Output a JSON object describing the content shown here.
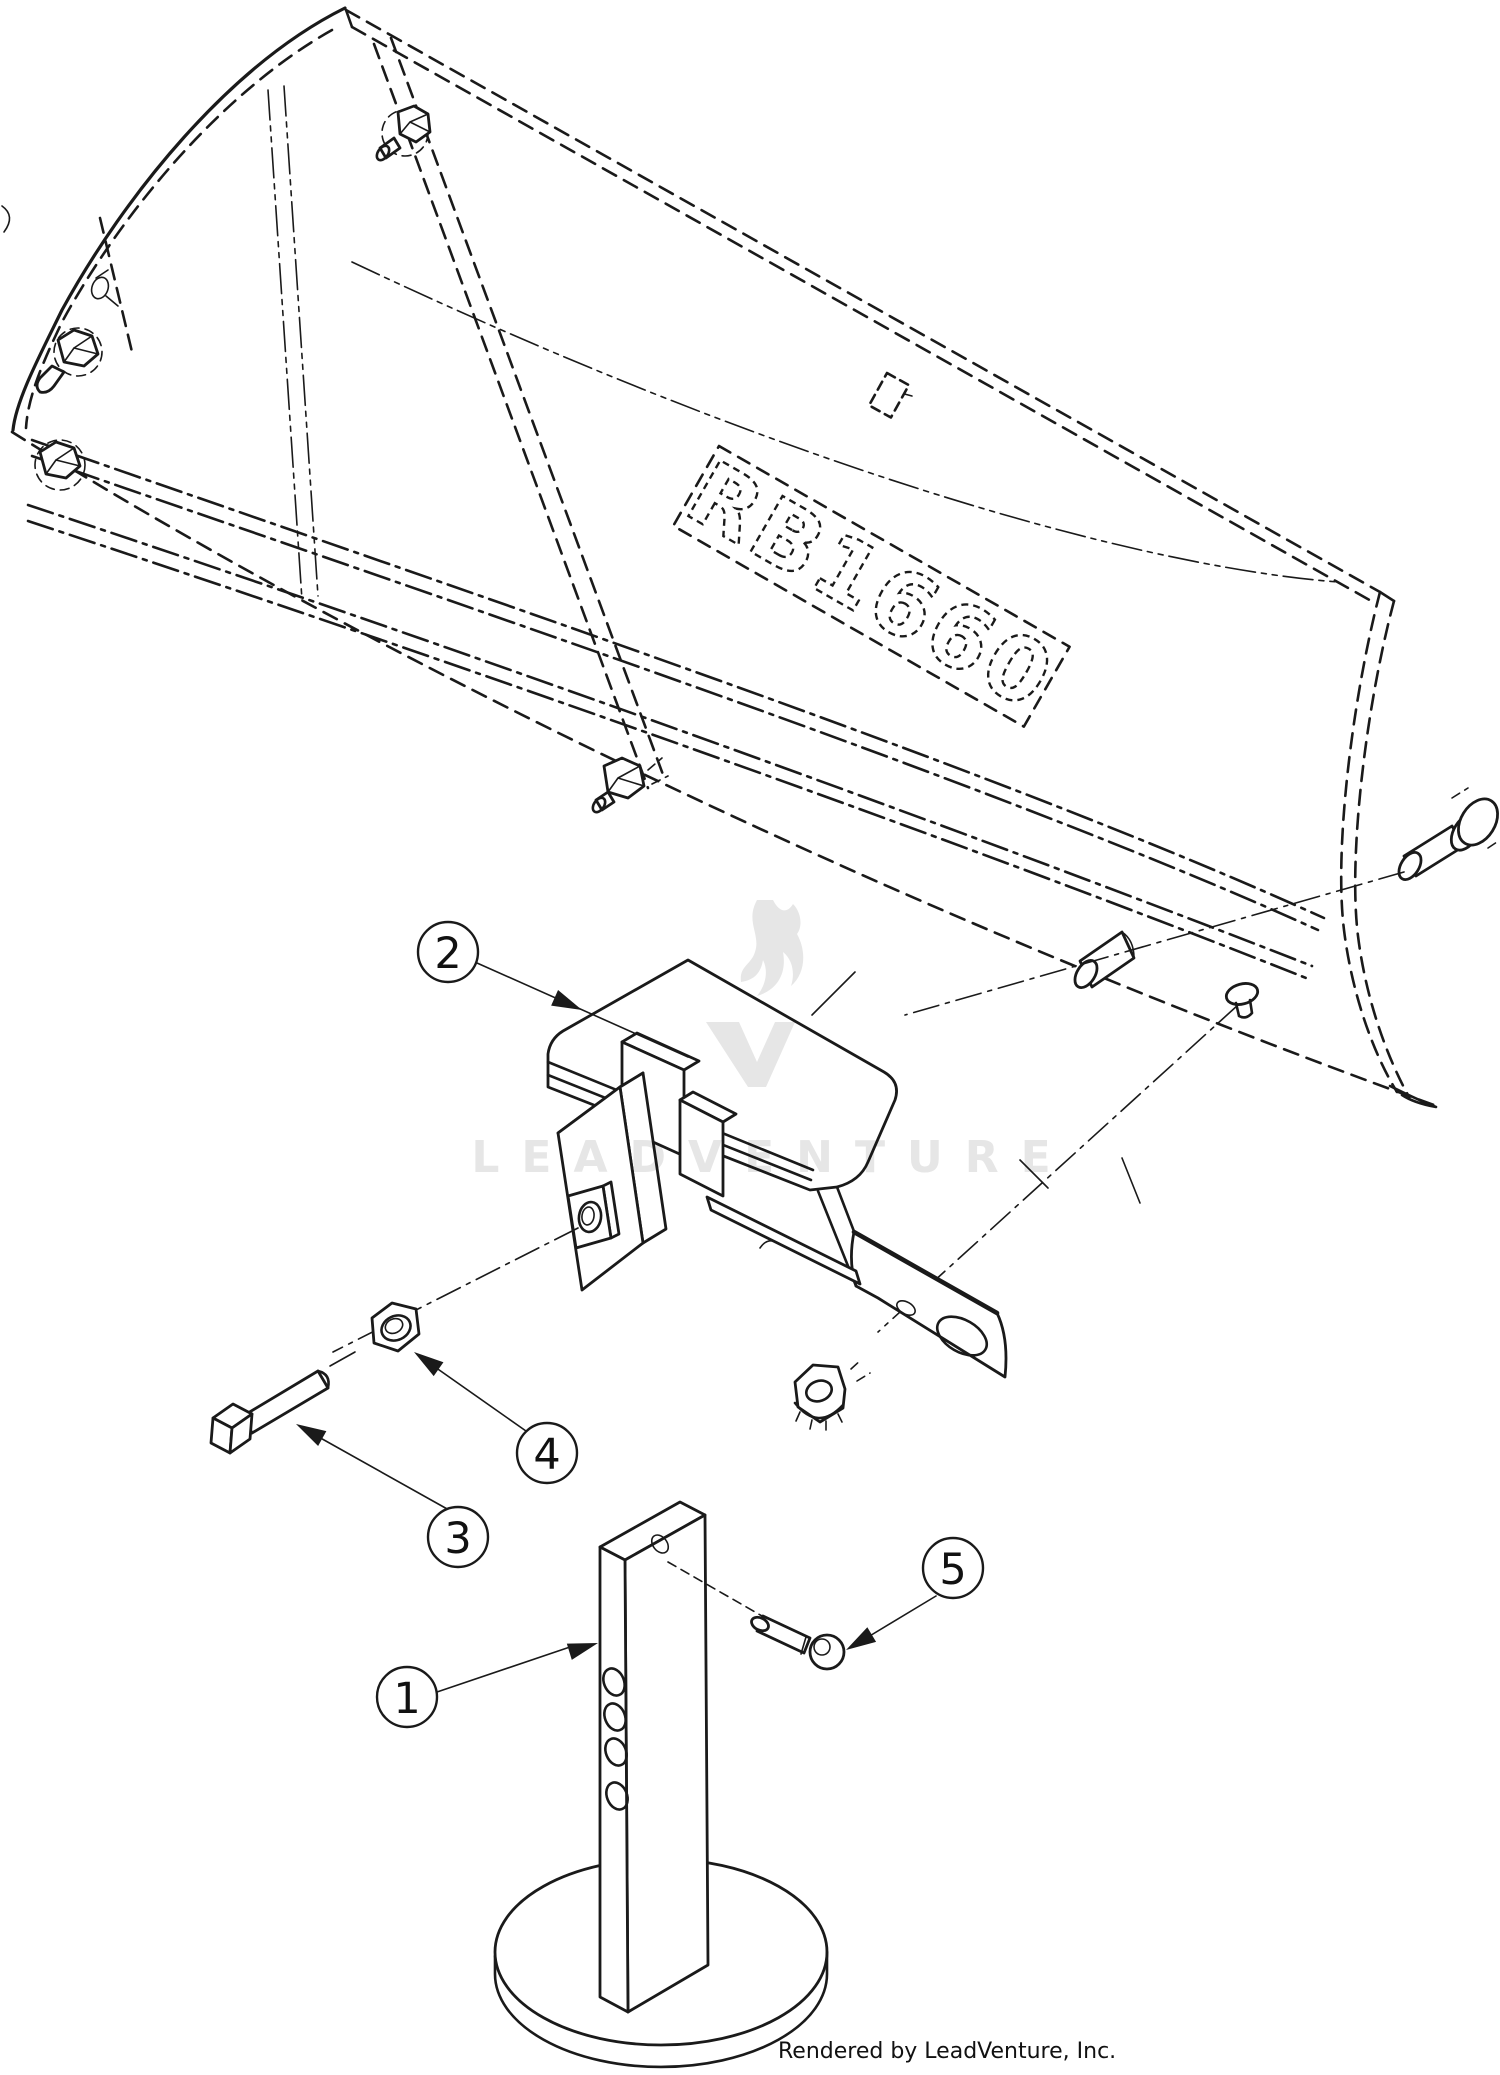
{
  "diagram": {
    "title_model": "RB1660",
    "callouts": [
      {
        "label": "1"
      },
      {
        "label": "2"
      },
      {
        "label": "3"
      },
      {
        "label": "4"
      },
      {
        "label": "5"
      }
    ],
    "watermark": {
      "text": "LEADVENTURE",
      "logo": "leadventure-flame-logo",
      "color": "#e6e6e6"
    },
    "attribution": "Rendered by LeadVenture, Inc.",
    "colors": {
      "line": "#1a1a1a",
      "background": "#ffffff"
    }
  }
}
